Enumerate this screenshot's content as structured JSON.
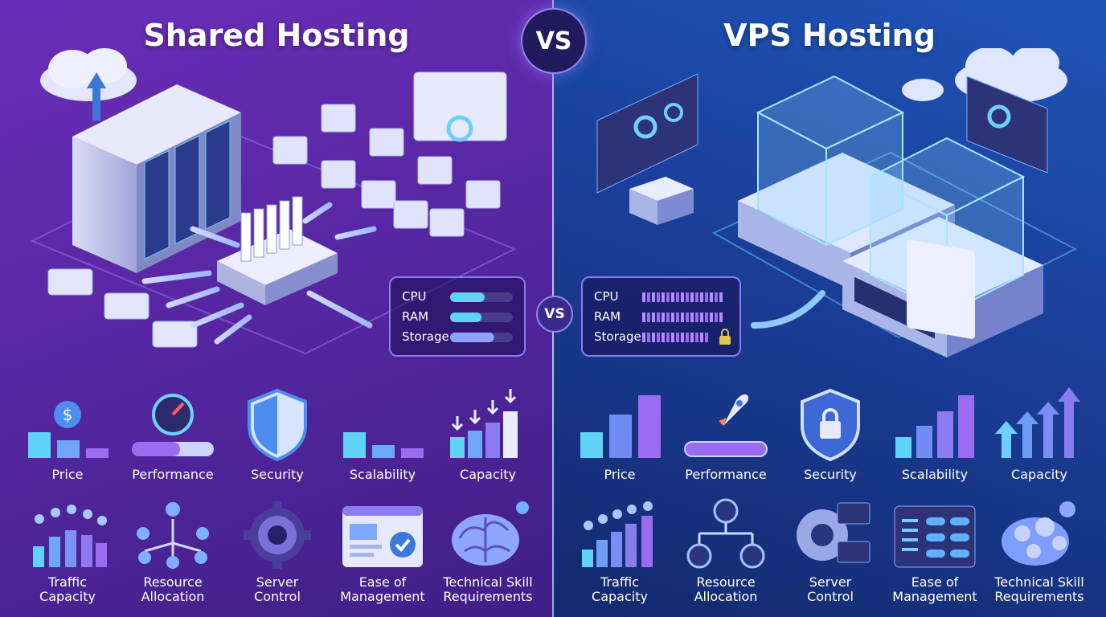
{
  "header": {
    "left_title": "Shared Hosting",
    "right_title": "VPS Hosting",
    "vs_top": "VS",
    "vs_middle": "VS"
  },
  "shared": {
    "resources": [
      {
        "label": "CPU",
        "level": 0.55
      },
      {
        "label": "RAM",
        "level": 0.5
      },
      {
        "label": "Storage",
        "level": 0.7
      }
    ],
    "features_row1": [
      "Price",
      "Performance",
      "Security",
      "Scalability",
      "Capacity"
    ],
    "features_row2": [
      [
        "Traffic",
        "Capacity"
      ],
      [
        "Resource",
        "Allocation"
      ],
      [
        "Server",
        "Control"
      ],
      [
        "Ease of",
        "Management"
      ],
      [
        "Technical Skill",
        "Requirements"
      ]
    ]
  },
  "vps": {
    "resources": [
      {
        "label": "CPU"
      },
      {
        "label": "RAM"
      },
      {
        "label": "Storage"
      }
    ],
    "features_row1": [
      "Price",
      "Performance",
      "Security",
      "Scalability",
      "Capacity"
    ],
    "features_row2": [
      [
        "Traffic",
        "Capacity"
      ],
      [
        "Resource",
        "Allocation"
      ],
      [
        "Server",
        "Control"
      ],
      [
        "Ease of",
        "Management"
      ],
      [
        "Technical Skill",
        "Requirements"
      ]
    ]
  },
  "colors": {
    "accent_cyan": "#5fd3f5",
    "accent_purple": "#9b6bf2",
    "bar_track": "#4a3c8c"
  }
}
